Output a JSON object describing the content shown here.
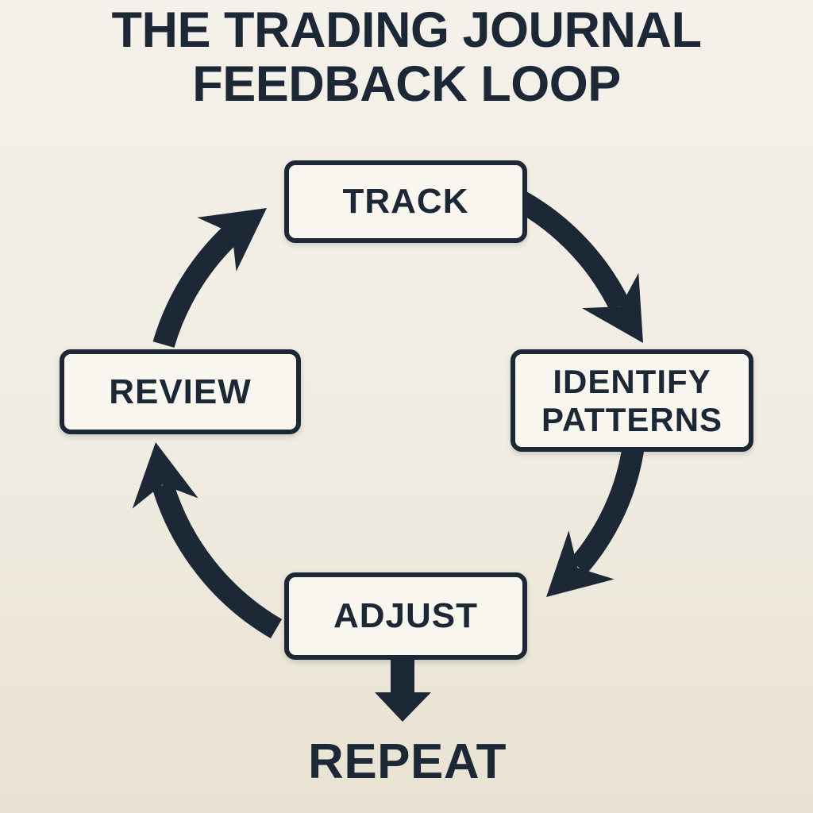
{
  "title": {
    "line1": "THE TRADING JOURNAL",
    "line2": "FEEDBACK LOOP"
  },
  "nodes": [
    {
      "label": "TRACK"
    },
    {
      "label": "IDENTIFY PATTERNS"
    },
    {
      "label": "ADJUST"
    },
    {
      "label": "REVIEW"
    }
  ],
  "footer_label": "REPEAT",
  "flow": {
    "type": "cycle",
    "direction": "clockwise",
    "edges": [
      {
        "from": "TRACK",
        "to": "IDENTIFY PATTERNS"
      },
      {
        "from": "IDENTIFY PATTERNS",
        "to": "ADJUST"
      },
      {
        "from": "ADJUST",
        "to": "REVIEW"
      },
      {
        "from": "REVIEW",
        "to": "TRACK"
      },
      {
        "from": "ADJUST",
        "to": "REPEAT"
      }
    ]
  },
  "colors": {
    "ink": "#1d2836",
    "node_fill": "#f8f6ef",
    "background_top": "#f4f1ea",
    "background_bottom": "#e9e2d2"
  }
}
